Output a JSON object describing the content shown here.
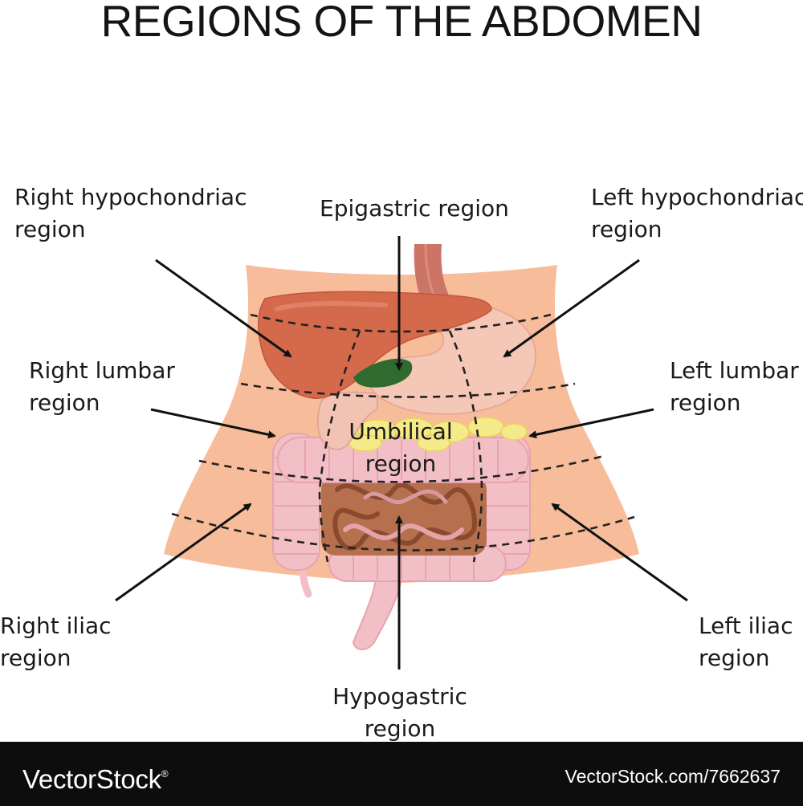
{
  "title": "REGIONS OF THE ABDOMEN",
  "regions": {
    "right_hypochondriac": [
      "Right hypochondriac",
      "region"
    ],
    "epigastric": [
      "Epigastric region"
    ],
    "left_hypochondriac": [
      "Left hypochondriac",
      "region"
    ],
    "right_lumbar": [
      "Right lumbar",
      "region"
    ],
    "umbilical": [
      "Umbilical",
      "region"
    ],
    "left_lumbar": [
      "Left lumbar",
      "region"
    ],
    "right_iliac": [
      "Right iliac",
      "region"
    ],
    "hypogastric": [
      "Hypogastric",
      "region"
    ],
    "left_iliac": [
      "Left iliac",
      "region"
    ]
  },
  "footer": {
    "logo": "VectorStock",
    "registered_mark": "®",
    "url": "VectorStock.com/7662637"
  },
  "colors": {
    "skin": "#f7bd9b",
    "liver": "#d5694c",
    "stomach": "#f4c7b6",
    "gallbladder": "#2f6b2e",
    "fat": "#f5ea8a",
    "colon": "#f3bfc7",
    "small_intestine": "#b6704e",
    "footer": "#0d0d0d"
  }
}
